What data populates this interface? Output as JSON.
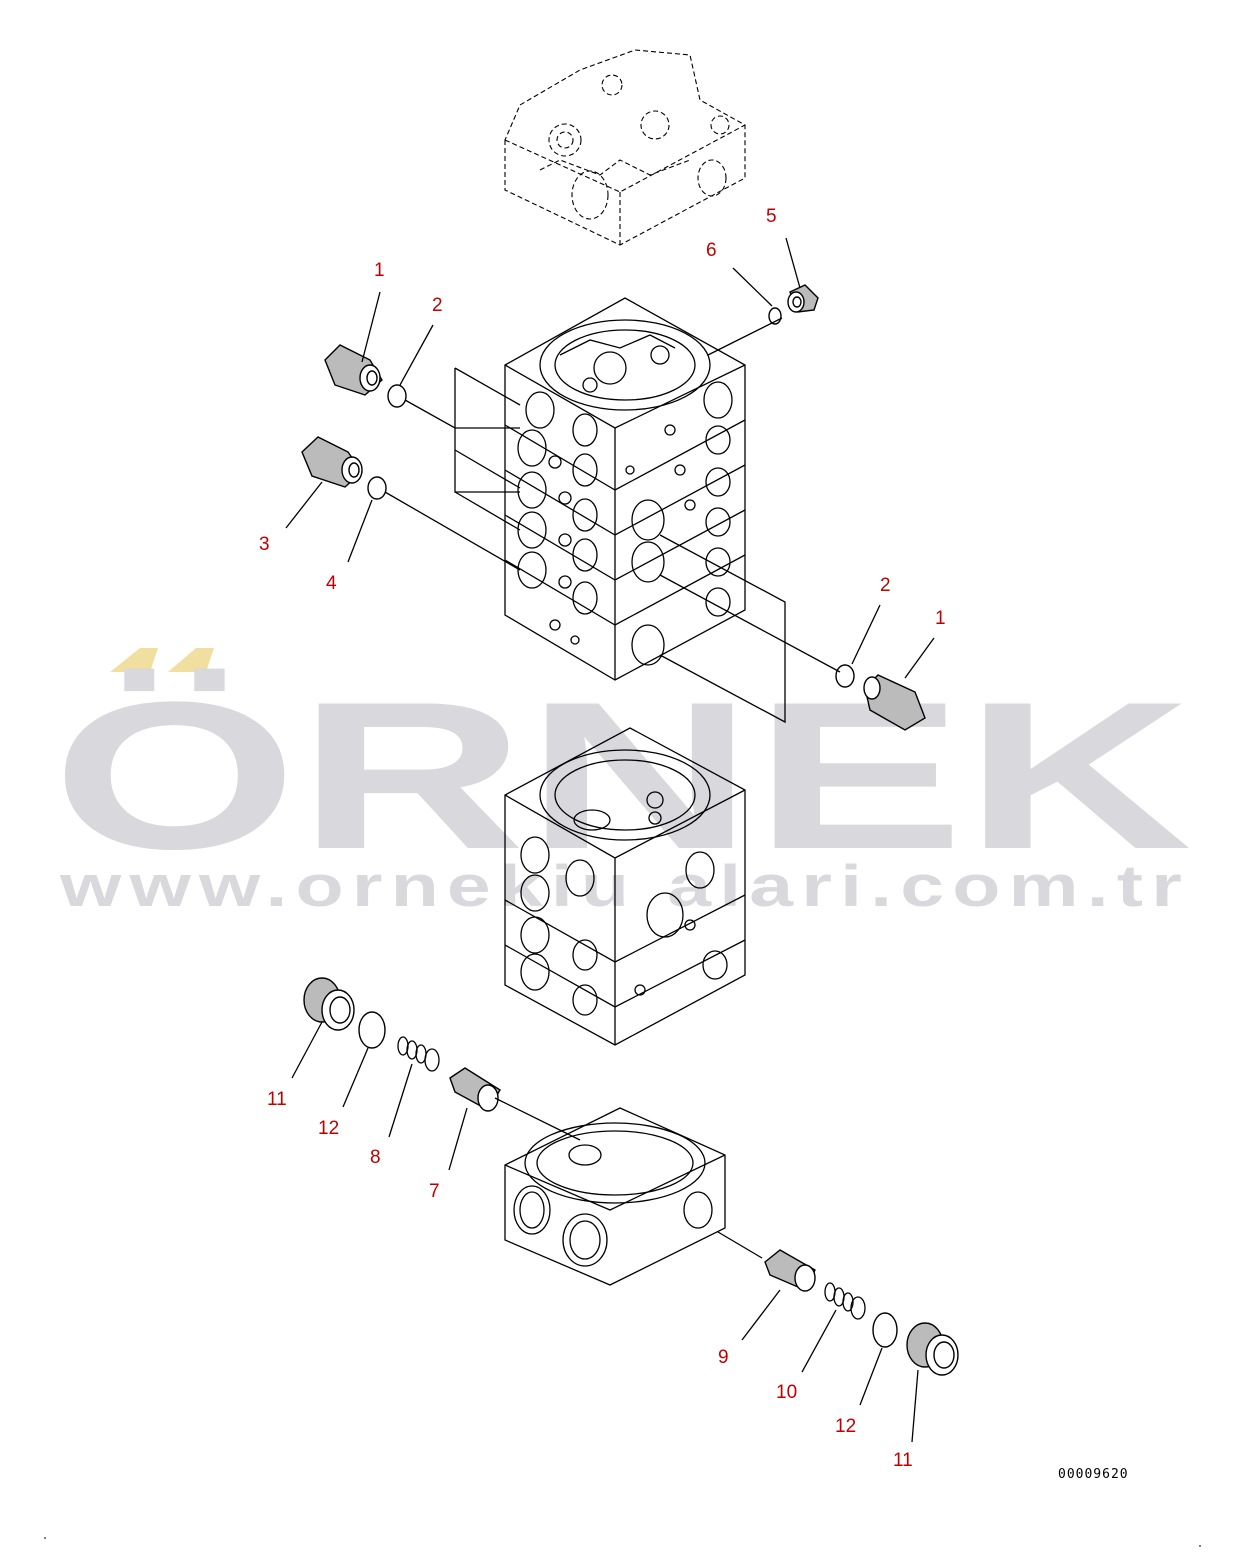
{
  "watermark": {
    "logo_text": "ÖRNEK",
    "url_text": "www.ornekiu       alari.com.tr",
    "color": "#d9d9dd",
    "accent_color": "#f1dfa0"
  },
  "callouts": {
    "c1_top": "1",
    "c2_top": "2",
    "c3": "3",
    "c4": "4",
    "c5": "5",
    "c6": "6",
    "c2_right": "2",
    "c1_right": "1",
    "c11_left": "11",
    "c12_left": "12",
    "c8": "8",
    "c7": "7",
    "c9": "9",
    "c10": "10",
    "c12_right": "12",
    "c11_right": "11"
  },
  "drawing_code": "00009620",
  "colors": {
    "callout": "#c00000",
    "line": "#000000"
  }
}
